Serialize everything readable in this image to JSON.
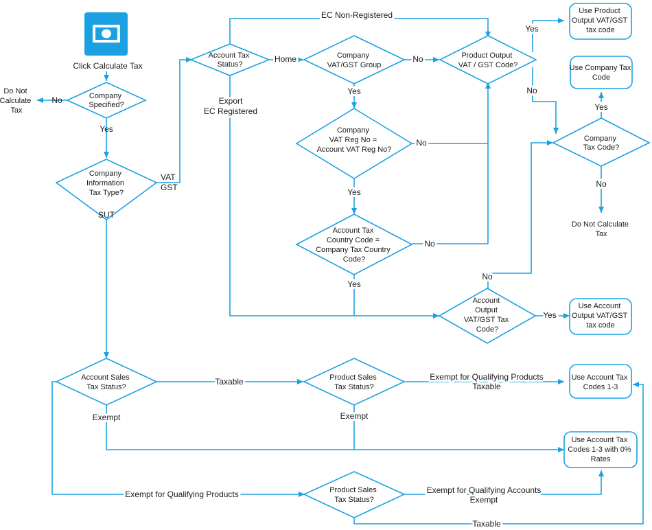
{
  "start": {
    "label": "Click Calculate Tax",
    "icon": "banknote-icon",
    "icon_color": "#1ba1e2"
  },
  "colors": {
    "accent": "#1ba1e2"
  },
  "nodes": {
    "company_specified": [
      "Company",
      "Specified?"
    ],
    "do_not_calculate_1": [
      "Do Not",
      "Calculate",
      "Tax"
    ],
    "company_info_tax_type": [
      "Company",
      "Information",
      "Tax Type?"
    ],
    "account_tax_status": [
      "Account Tax",
      "Status?"
    ],
    "company_vat_group": [
      "Company",
      "VAT/GST Group"
    ],
    "product_output_vat": [
      "Product Output",
      "VAT / GST Code?"
    ],
    "use_product_output": [
      "Use Product",
      "Output VAT/GST",
      "tax code"
    ],
    "company_vat_reg": [
      "Company",
      "VAT Reg No =",
      "Account VAT Reg No?"
    ],
    "use_company_tax_code": [
      "Use Company Tax",
      "Code"
    ],
    "company_tax_code": [
      "Company",
      "Tax Code?"
    ],
    "do_not_calculate_2": [
      "Do Not Calculate",
      "Tax"
    ],
    "account_tax_country": [
      "Account Tax",
      "Country Code =",
      "Company Tax Country",
      "Code?"
    ],
    "account_output_vat": [
      "Account",
      "Output",
      "VAT/GST Tax",
      "Code?"
    ],
    "use_account_output": [
      "Use Account",
      "Output VAT/GST",
      "tax code"
    ],
    "account_sales_tax_status": [
      "Account Sales",
      "Tax Status?"
    ],
    "product_sales_tax_status_1": [
      "Product Sales",
      "Tax Status?"
    ],
    "use_account_tax_codes": [
      "Use Account Tax",
      "Codes 1-3"
    ],
    "use_account_tax_codes_zero": [
      "Use Account Tax",
      "Codes 1-3 with 0%",
      "Rates"
    ],
    "product_sales_tax_status_2": [
      "Product Sales",
      "Tax Status?"
    ]
  },
  "edge_labels": {
    "no_1": "No",
    "yes_1": "Yes",
    "vat": "VAT",
    "gst": "GST",
    "sut": "SUT",
    "ec_non_registered": "EC Non-Registered",
    "home": "Home",
    "export": "Export",
    "ec_registered": "EC Registered",
    "no_2": "No",
    "yes_2": "Yes",
    "yes_3": "Yes",
    "no_3": "No",
    "no_4": "No",
    "yes_4": "Yes",
    "no_5": "No",
    "yes_5": "Yes",
    "no_6": "No",
    "yes_6": "Yes",
    "no_7": "No",
    "taxable_1": "Taxable",
    "exempt_1": "Exempt",
    "exempt_qualifying_products_1": "Exempt for Qualifying Products",
    "taxable_2": "Taxable",
    "exempt_2": "Exempt",
    "exempt_qualifying_products_2": "Exempt for Qualifying Products",
    "exempt_qualifying_accounts": "Exempt for Qualifying Accounts",
    "exempt_3": "Exempt",
    "taxable_3": "Taxable"
  }
}
